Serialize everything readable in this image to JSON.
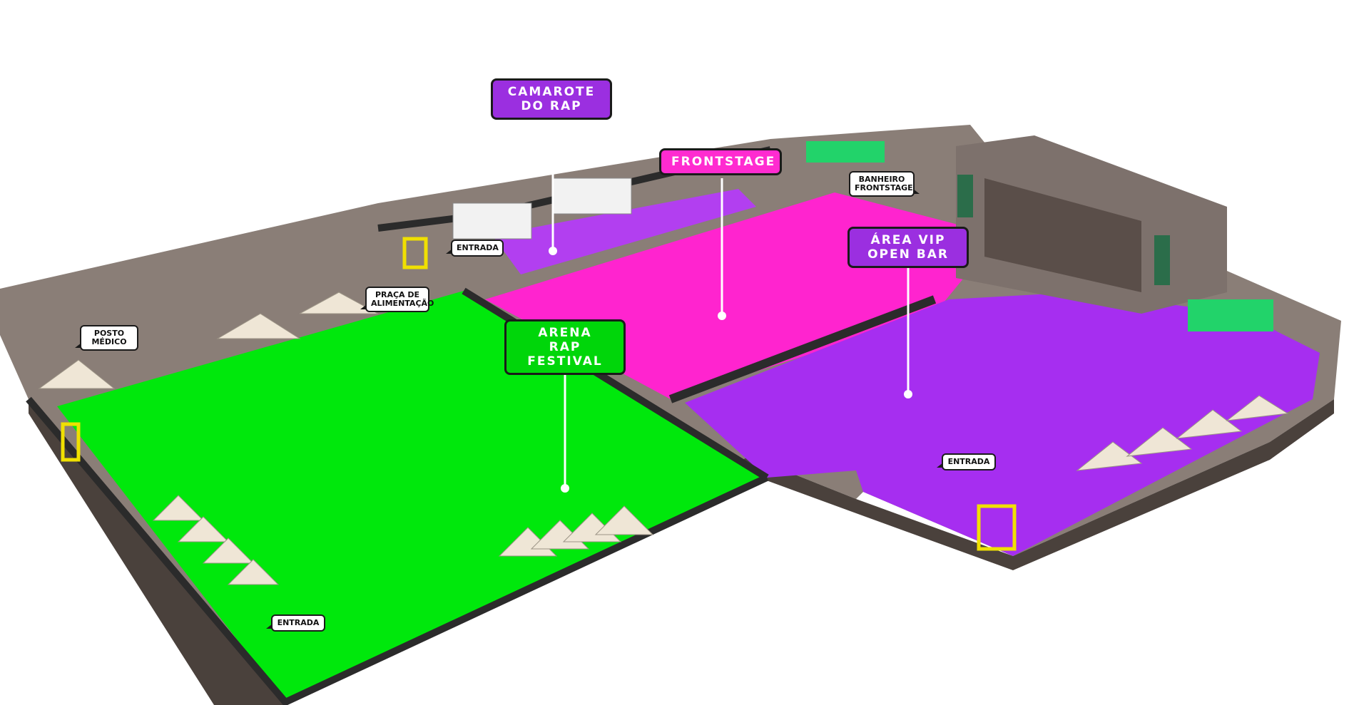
{
  "zones": {
    "camarote": {
      "line1": "CAMAROTE",
      "line2": "DO RAP",
      "color": "#9b2fe0"
    },
    "frontstage": {
      "label": "FRONTSTAGE",
      "color": "#ff2bd0"
    },
    "area_vip": {
      "line1": "ÁREA VIP",
      "line2": "OPEN BAR",
      "color": "#9b2fe0"
    },
    "arena": {
      "line1": "ARENA",
      "line2": "RAP FESTIVAL",
      "color": "#00d60a"
    }
  },
  "callouts": {
    "entrada_top": "ENTRADA",
    "praca_line1": "PRAÇA DE",
    "praca_line2": "ALIMENTAÇÃO",
    "posto_line1": "POSTO",
    "posto_line2": "MÉDICO",
    "banheiro_line1": "BANHEIRO",
    "banheiro_line2": "FRONTSTAGE",
    "entrada_vip": "ENTRADA",
    "entrada_bottom": "ENTRADA"
  },
  "colors": {
    "arena_floor": "#00e80c",
    "frontstage_floor": "#ff24cf",
    "vip_floor": "#a62ef0",
    "ground": "#8a7e77",
    "wall": "#2b2b2b",
    "stage": "#7d716c",
    "tent": "#efe6d6"
  }
}
